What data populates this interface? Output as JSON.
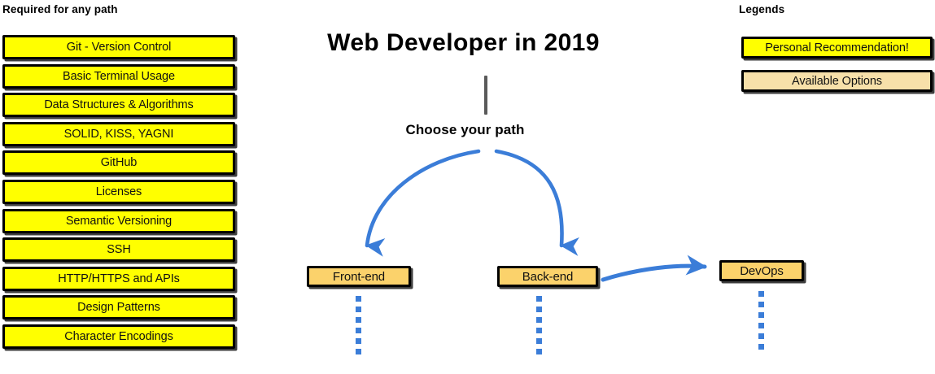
{
  "title": "Web Developer in 2019",
  "colors": {
    "recommendation_yellow": "#FFFF00",
    "available_option_tan": "#F7E0A9",
    "path_box_tan": "#FBD26B",
    "arrow_blue": "#3B7DD8",
    "stem_gray": "#5A5A5A",
    "outline_black": "#000000"
  },
  "required_section": {
    "heading": "Required for any path",
    "items": [
      {
        "label": "Git - Version Control"
      },
      {
        "label": "Basic Terminal Usage"
      },
      {
        "label": "Data Structures & Algorithms"
      },
      {
        "label": "SOLID, KISS, YAGNI"
      },
      {
        "label": "GitHub"
      },
      {
        "label": "Licenses"
      },
      {
        "label": "Semantic Versioning"
      },
      {
        "label": "SSH"
      },
      {
        "label": "HTTP/HTTPS and APIs"
      },
      {
        "label": "Design Patterns"
      },
      {
        "label": "Character Encodings"
      }
    ]
  },
  "flow": {
    "choose_label": "Choose your path",
    "paths": [
      {
        "label": "Front-end"
      },
      {
        "label": "Back-end"
      },
      {
        "label": "DevOps"
      }
    ],
    "dots_per_trail": 6
  },
  "legend": {
    "heading": "Legends",
    "entries": [
      {
        "label": "Personal Recommendation!"
      },
      {
        "label": "Available Options"
      }
    ]
  }
}
